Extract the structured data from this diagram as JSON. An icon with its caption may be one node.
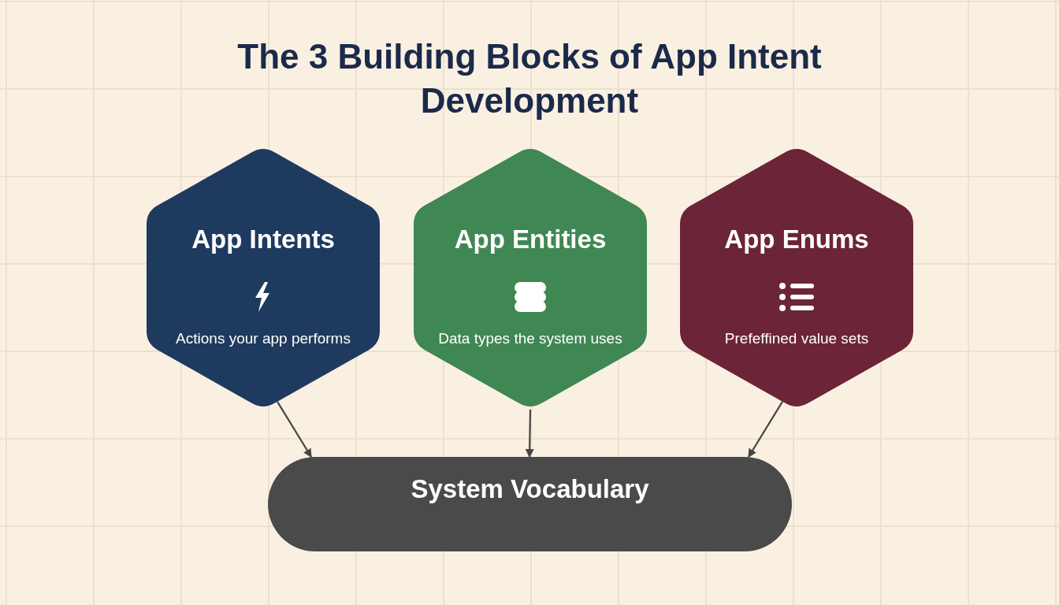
{
  "diagram": {
    "title": "The 3 Building Blocks of App Intent Development",
    "nodes": [
      {
        "text": [
          "App Intents",
          "Actions your app performs"
        ]
      },
      {
        "text": [
          "App Entities",
          "Data types the system uses"
        ]
      },
      {
        "text": [
          "App Enums",
          "Prefeffined value sets"
        ]
      },
      {
        "text": [
          "System Vocabulary"
        ]
      }
    ],
    "edges": [
      {
        "from": 0,
        "to": 3,
        "arrow": "to"
      },
      {
        "from": 1,
        "to": 3,
        "arrow": "to"
      },
      {
        "from": 2,
        "to": 3,
        "arrow": "to"
      }
    ]
  }
}
